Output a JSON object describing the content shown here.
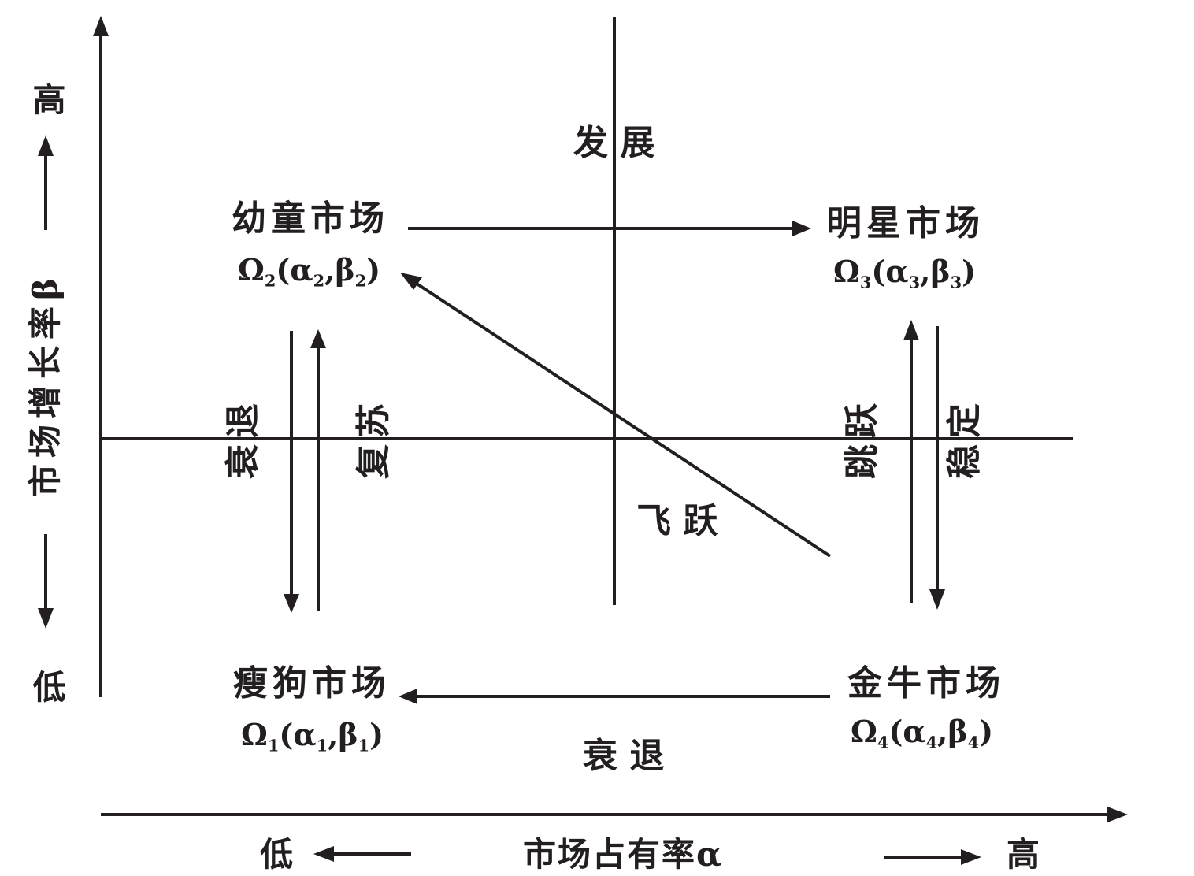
{
  "y_axis": {
    "label": "市场增长率β",
    "high": "高",
    "low": "低"
  },
  "x_axis": {
    "label": "市场占有率α",
    "low": "低",
    "high": "高"
  },
  "quadrants": {
    "q2": {
      "name": "幼童市场",
      "symbol": {
        "main": "Ω",
        "sub": "2",
        "a": "α",
        "b": "β"
      }
    },
    "q3": {
      "name": "明星市场",
      "symbol": {
        "main": "Ω",
        "sub": "3",
        "a": "α",
        "b": "β"
      }
    },
    "q1": {
      "name": "瘦狗市场",
      "symbol": {
        "main": "Ω",
        "sub": "1",
        "a": "α",
        "b": "β"
      }
    },
    "q4": {
      "name": "金牛市场",
      "symbol": {
        "main": "Ω",
        "sub": "4",
        "a": "α",
        "b": "β"
      }
    }
  },
  "transitions": {
    "develop": "发 展",
    "leap": "飞 跃",
    "decline_bottom": "衰 退",
    "decline_left": "衰退",
    "revive": "复苏",
    "jump": "跳跃",
    "stable": "稳定"
  },
  "colors": {
    "ink": "#231f20",
    "background": "#ffffff"
  }
}
